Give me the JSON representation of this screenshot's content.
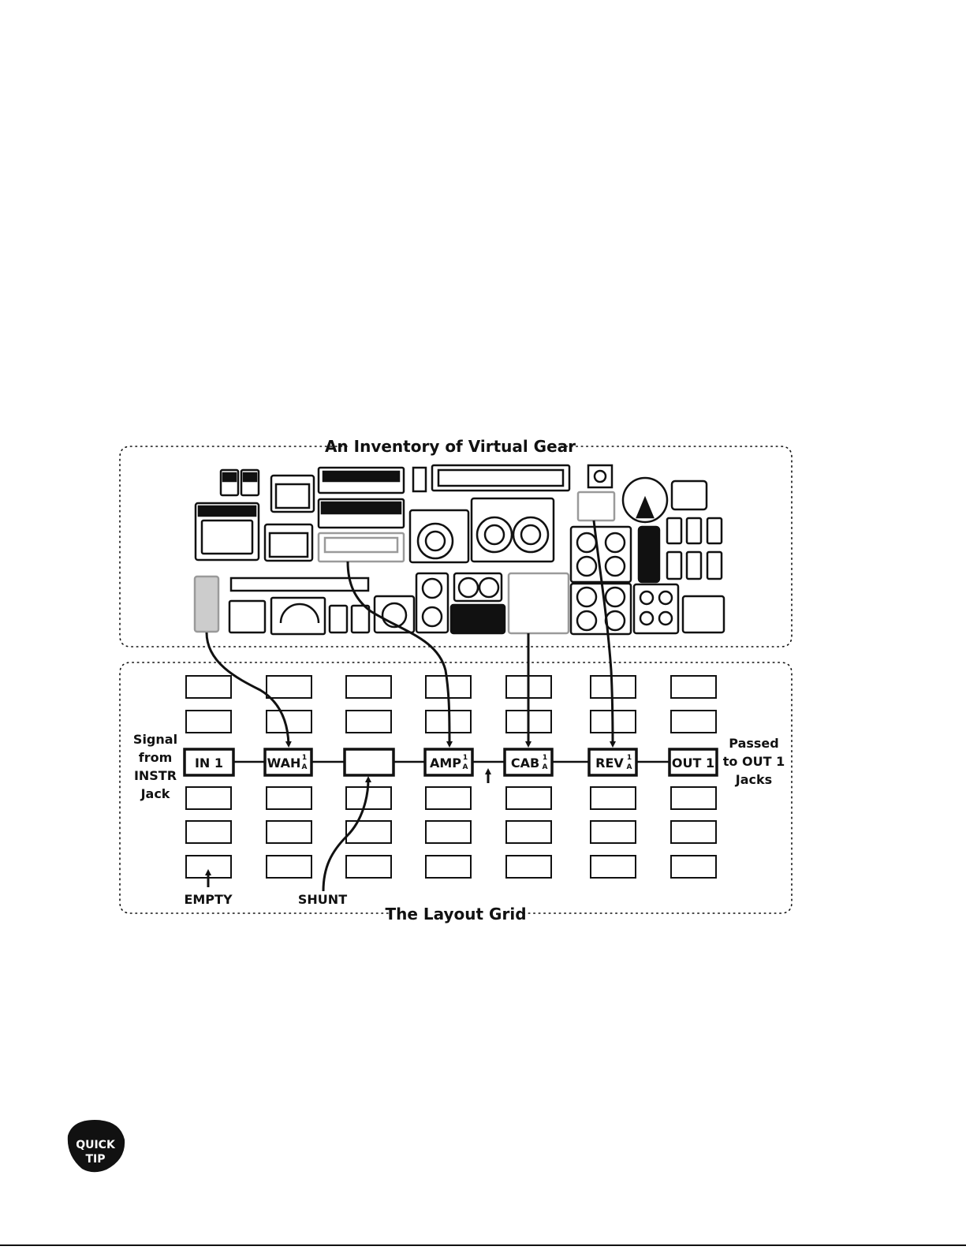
{
  "inventory": {
    "title": "An Inventory of Virtual Gear"
  },
  "grid": {
    "title": "The Layout Grid",
    "blocks": {
      "in": "IN 1",
      "wah": "WAH",
      "amp": "AMP",
      "cab": "CAB",
      "rev": "REV",
      "out": "OUT 1"
    },
    "sub_top": "1",
    "sub_bottom": "A",
    "labels": {
      "signal": [
        "Signal",
        "from",
        "INSTR",
        "Jack"
      ],
      "passed": [
        "Passed",
        "to OUT 1",
        "Jacks"
      ],
      "empty": "EMPTY",
      "shunt": "SHUNT"
    }
  },
  "quick_tip": {
    "line1": "QUICK",
    "line2": "TIP"
  },
  "colors": {
    "ink": "#111111",
    "gray": "#9a9a9a",
    "paper": "#ffffff"
  }
}
